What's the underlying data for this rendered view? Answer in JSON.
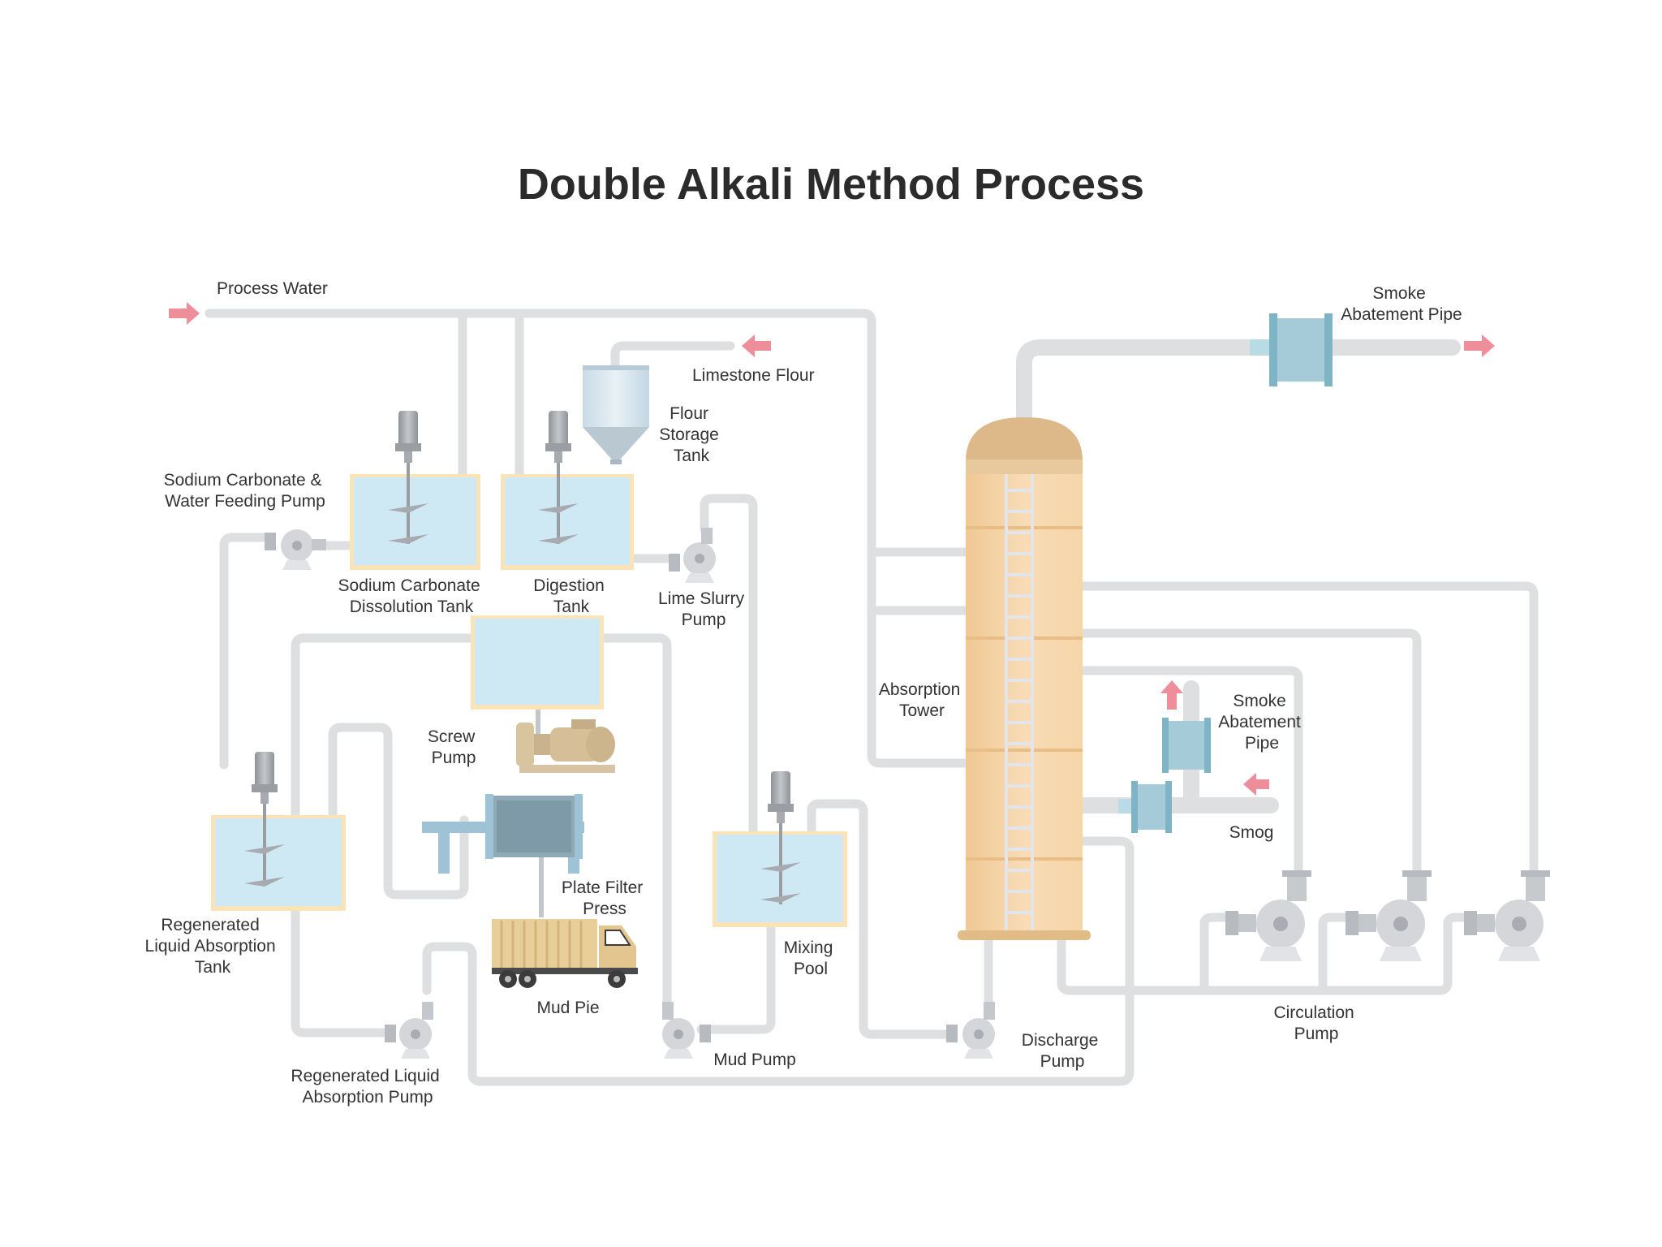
{
  "title": "Double Alkali Method Process",
  "colors": {
    "pipe": "#dedfe1",
    "arrow": "#ee8e9a",
    "water": "#cfe9f4",
    "tank_wall": "#fbe3b8",
    "tower": "#f4d3a6",
    "tower_dome": "#ddb98a",
    "smoke_pipe": "#9fcad8",
    "pump": "#d4d6da",
    "truck": "#e8cf9a"
  },
  "labels": {
    "process_water": "Process Water",
    "limestone_flour": "Limestone Flour",
    "flour_storage_tank": [
      "Flour",
      "Storage",
      "Tank"
    ],
    "sodium_carbonate_pump": [
      "Sodium Carbonate &",
      "Water Feeding Pump"
    ],
    "sodium_carbonate_tank": [
      "Sodium Carbonate",
      "Dissolution Tank"
    ],
    "digestion_tank": [
      "Digestion",
      "Tank"
    ],
    "lime_slurry_pump": [
      "Lime Slurry",
      "Pump"
    ],
    "screw_pump": [
      "Screw",
      "Pump"
    ],
    "plate_filter_press": [
      "Plate Filter",
      "Press"
    ],
    "mud_pie": "Mud Pie",
    "regenerated_tank": [
      "Regenerated",
      "Liquid Absorption",
      "Tank"
    ],
    "regenerated_pump": [
      "Regenerated Liquid",
      "Absorption Pump"
    ],
    "mud_pump": "Mud Pump",
    "mixing_pool": [
      "Mixing",
      "Pool"
    ],
    "absorption_tower": [
      "Absorption",
      "Tower"
    ],
    "smoke_abatement_pipe_top": [
      "Smoke",
      "Abatement Pipe"
    ],
    "smoke_abatement_pipe_mid": [
      "Smoke",
      "Abatement",
      "Pipe"
    ],
    "smog": "Smog",
    "discharge_pump": [
      "Discharge",
      "Pump"
    ],
    "circulation_pump": [
      "Circulation",
      "Pump"
    ]
  }
}
